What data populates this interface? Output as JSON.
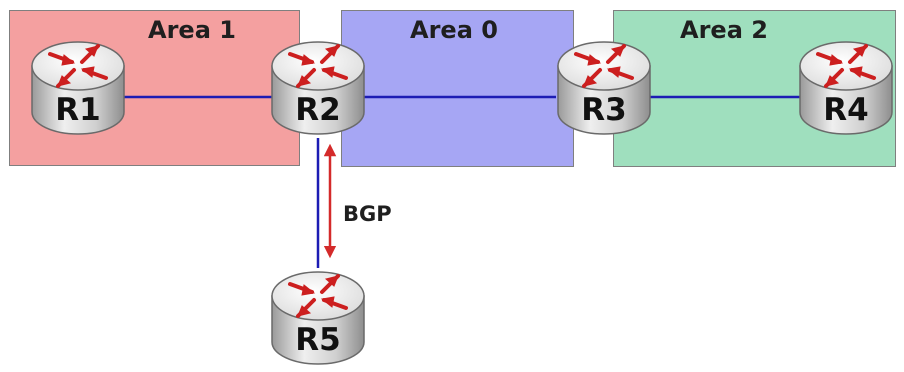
{
  "areas": [
    {
      "label": "Area 1",
      "color": "#f4a0a0"
    },
    {
      "label": "Area 0",
      "color": "#a6a6f4"
    },
    {
      "label": "Area 2",
      "color": "#9fdfbe"
    }
  ],
  "routers": [
    {
      "label": "R1"
    },
    {
      "label": "R2"
    },
    {
      "label": "R3"
    },
    {
      "label": "R4"
    },
    {
      "label": "R5"
    }
  ],
  "bgp_link": {
    "label": "BGP",
    "arrow_color": "#d42a2a"
  },
  "colors": {
    "link": "#1c1cb4",
    "router_arrow": "#cc1f1f",
    "router_body": "#d9d9d9"
  }
}
